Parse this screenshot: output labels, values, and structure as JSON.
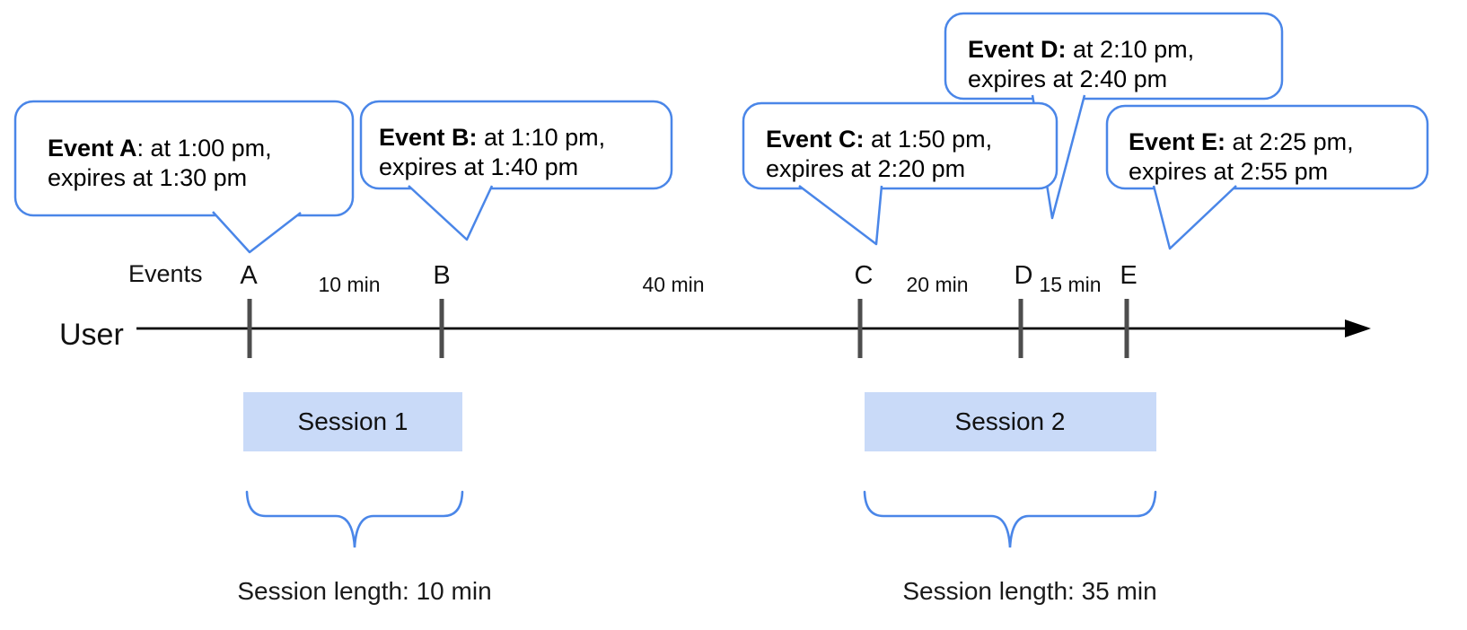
{
  "colors": {
    "bubble_border": "#4a86e8",
    "session_fill": "#c9daf8",
    "brace_blue": "#4a86e8",
    "tick_gray": "#4d4d4d",
    "axis_black": "#000000"
  },
  "bubbles": [
    {
      "event": "A",
      "bold": "Event A",
      "rest": ": at 1:00 pm,",
      "line2": "expires at 1:30 pm"
    },
    {
      "event": "B",
      "bold": "Event B:",
      "rest": " at 1:10 pm,",
      "line2": "expires at 1:40 pm"
    },
    {
      "event": "C",
      "bold": "Event C:",
      "rest": " at 1:50 pm,",
      "line2": "expires at 2:20 pm"
    },
    {
      "event": "D",
      "bold": "Event D:",
      "rest": " at 2:10 pm,",
      "line2": "expires at 2:40 pm"
    },
    {
      "event": "E",
      "bold": "Event E:",
      "rest": " at 2:25 pm,",
      "line2": "expires at 2:55 pm"
    }
  ],
  "timeline": {
    "row_label": "Events",
    "axis_label": "User",
    "event_marks": [
      "A",
      "B",
      "C",
      "D",
      "E"
    ],
    "gap_labels": [
      "10 min",
      "40 min",
      "20 min",
      "15 min"
    ]
  },
  "sessions": [
    {
      "label": "Session 1",
      "length": "Session length: 10 min"
    },
    {
      "label": "Session 2",
      "length": "Session length: 35 min"
    }
  ]
}
